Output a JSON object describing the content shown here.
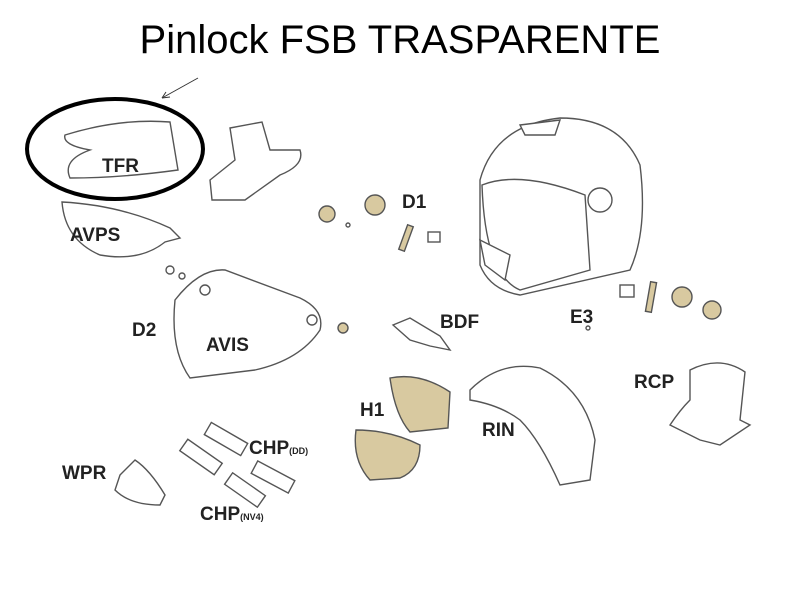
{
  "title": "Pinlock FSB TRASPARENTE",
  "labels": {
    "tfr": "TFR",
    "avps": "AVPS",
    "d1": "D1",
    "d2": "D2",
    "avis": "AVIS",
    "bdf": "BDF",
    "e3": "E3",
    "rcp": "RCP",
    "h1": "H1",
    "rin": "RIN",
    "chp_dd": "CHP",
    "chp_dd_sub": "(DD)",
    "wpr": "WPR",
    "chp_nv4": "CHP",
    "chp_nv4_sub": "(NV4)"
  },
  "colors": {
    "highlight": "#000000",
    "tan_parts": "#d8c9a0"
  }
}
